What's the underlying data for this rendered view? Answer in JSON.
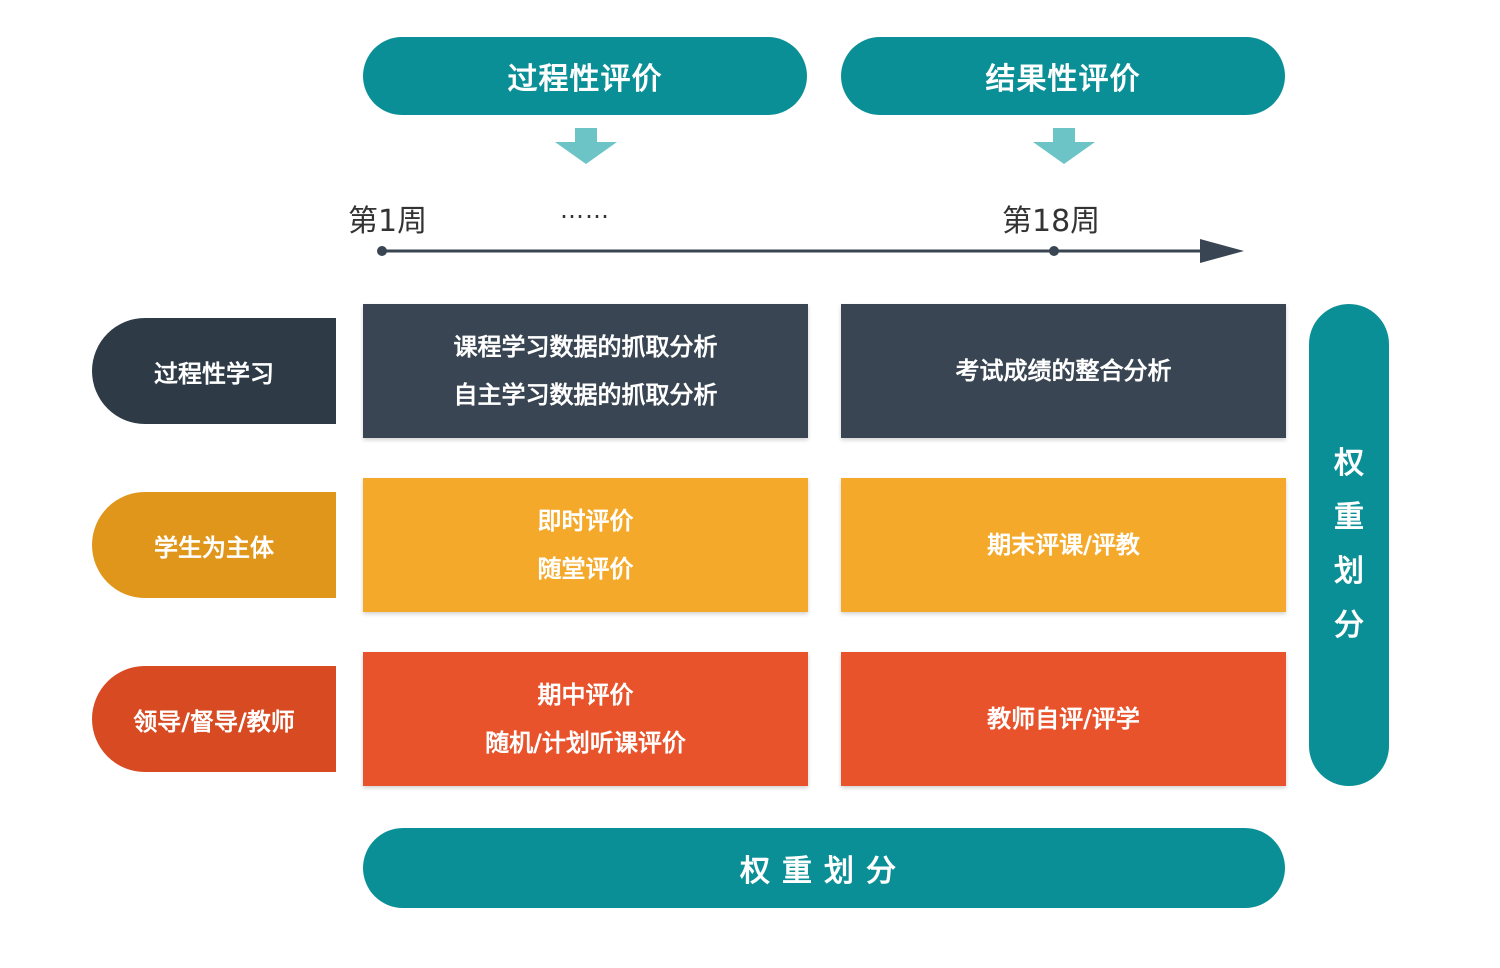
{
  "header": {
    "left": "过程性评价",
    "right": "结果性评价"
  },
  "timeline": {
    "start": "第1周",
    "middle": "……",
    "end": "第18周"
  },
  "rows": [
    {
      "label": "过程性学习",
      "color": "#2e3b47",
      "cell1": [
        "课程学习数据的抓取分析",
        "自主学习数据的抓取分析"
      ],
      "cell2": [
        "考试成绩的整合分析"
      ]
    },
    {
      "label": "学生为主体",
      "color": "#e0961b",
      "cell1": [
        "即时评价",
        "随堂评价"
      ],
      "cell2": [
        "期末评课/评教"
      ]
    },
    {
      "label": "领导/督导/教师",
      "color": "#d84a22",
      "cell1": [
        "期中评价",
        "随机/计划听课评价"
      ],
      "cell2": [
        "教师自评/评学"
      ]
    }
  ],
  "side": {
    "chars": [
      "权",
      "重",
      "划",
      "分"
    ]
  },
  "bottom": {
    "label": "权重划分"
  },
  "colors": {
    "teal": "#0b8f96",
    "arrow": "#6cc4c6",
    "dark": "#394552",
    "orange": "#f5a92a",
    "red": "#e9532c"
  }
}
